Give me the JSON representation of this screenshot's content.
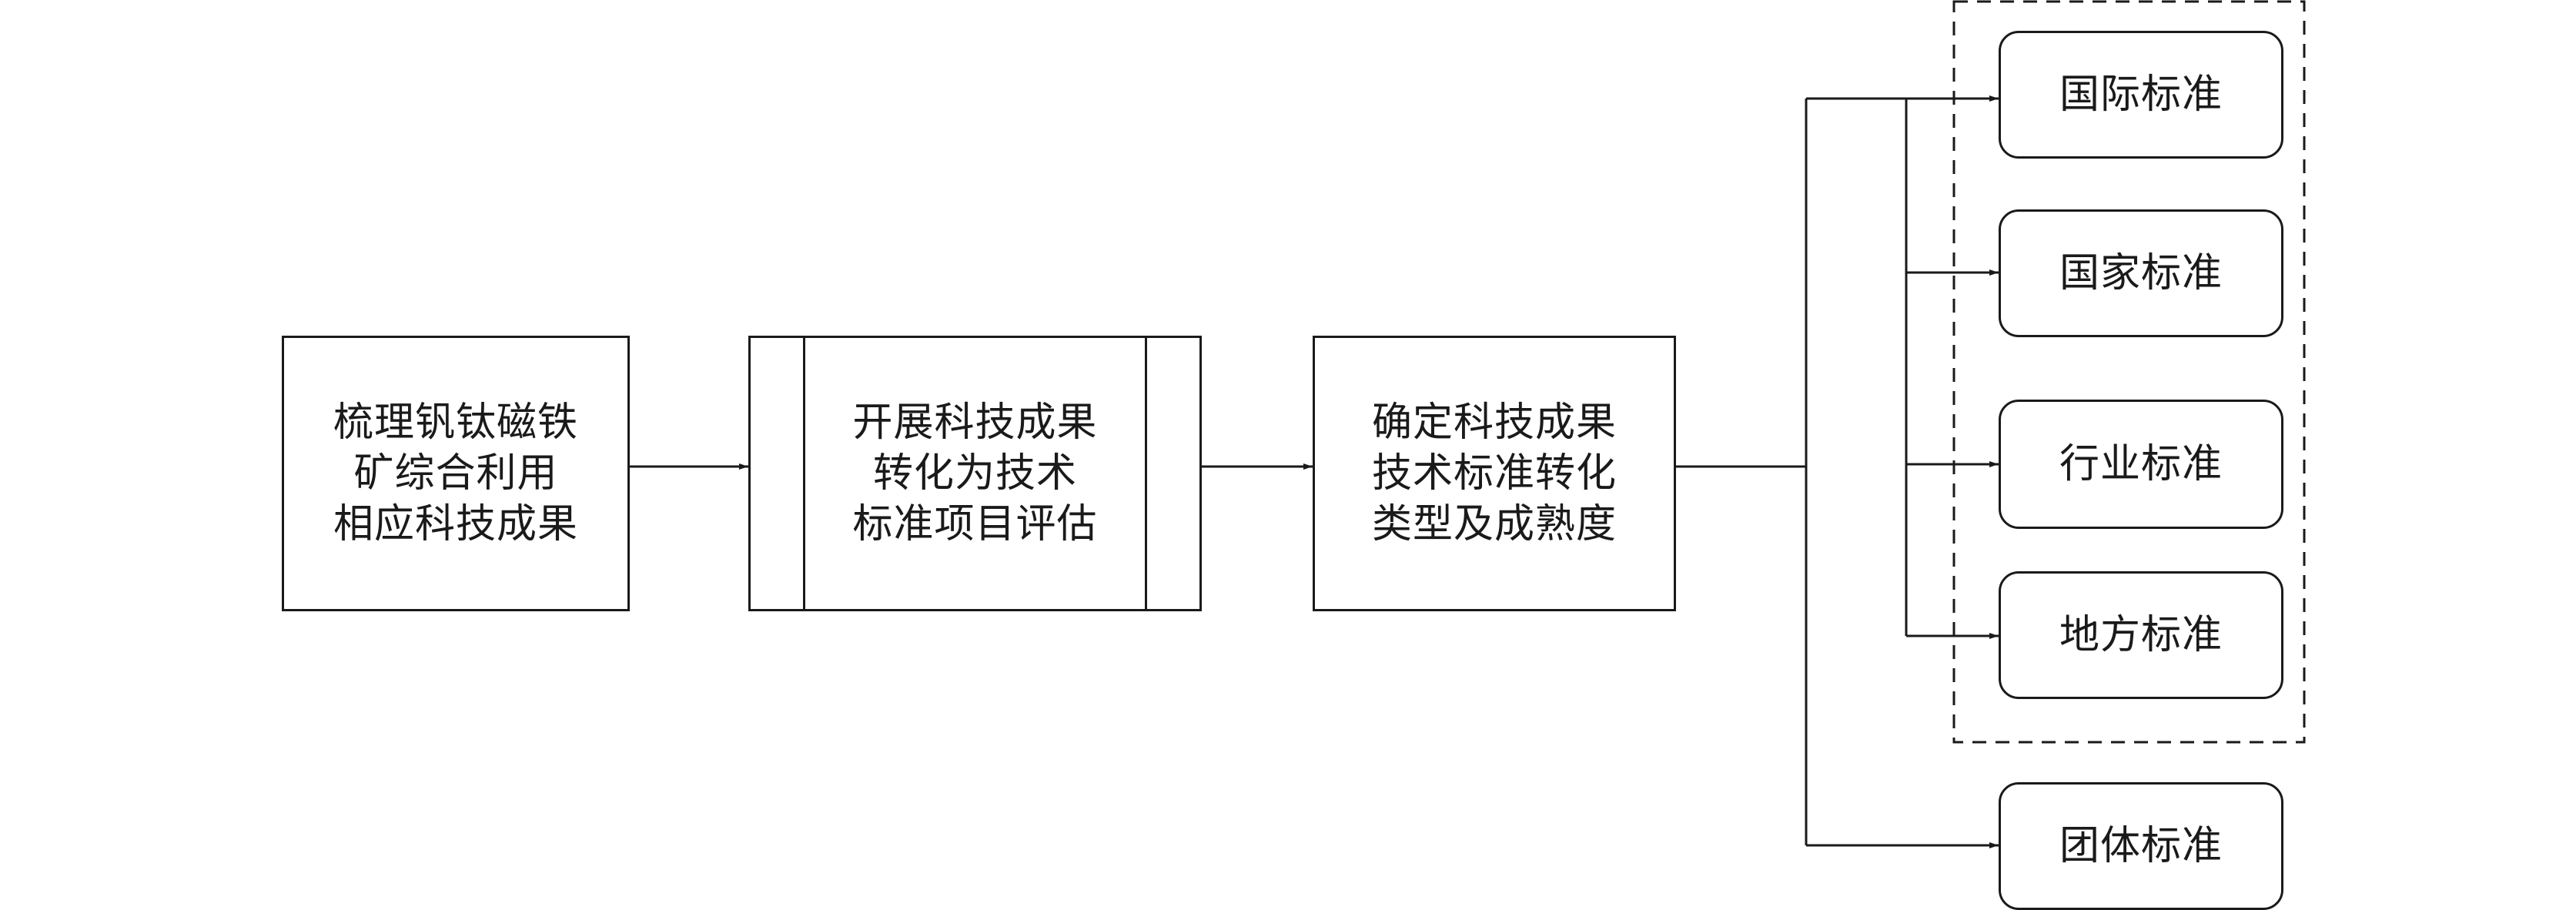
{
  "steps": {
    "sort": {
      "line1": "梳理钒钛磁铁",
      "line2": "矿综合利用",
      "line3": "相应科技成果"
    },
    "evaluate": {
      "line1": "开展科技成果",
      "line2": "转化为技术",
      "line3": "标准项目评估"
    },
    "determine": {
      "line1": "确定科技成果",
      "line2": "技术标准转化",
      "line3": "类型及成熟度"
    }
  },
  "standards": {
    "international": "国际标准",
    "national": "国家标准",
    "industry": "行业标准",
    "local": "地方标准",
    "group": "团体标准"
  },
  "colors": {
    "line": "#1a1a1a",
    "background": "#ffffff"
  }
}
